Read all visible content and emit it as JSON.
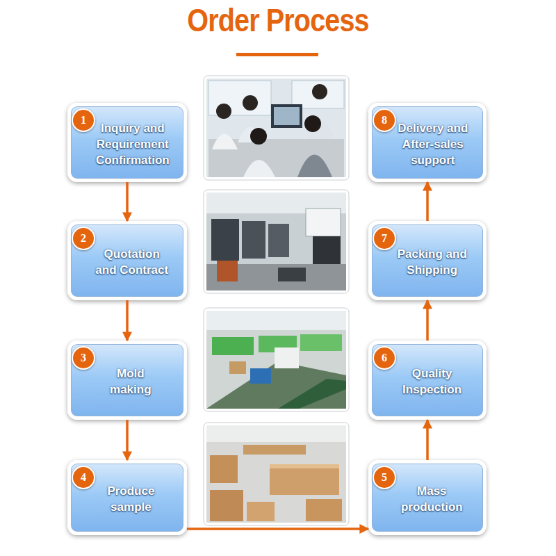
{
  "diagram": {
    "title": "Order Process",
    "nodes": [
      {
        "text": [
          "Inquiry and Requirement Confirmation"
        ]
      },
      {
        "text": [
          "1"
        ],
        "in": 0
      },
      {
        "text": [
          "Quotation and Contract"
        ]
      },
      {
        "text": [
          "2"
        ],
        "in": 2
      },
      {
        "text": [
          "Mold making"
        ]
      },
      {
        "text": [
          "3"
        ],
        "in": 4
      },
      {
        "text": [
          "Produce sample"
        ]
      },
      {
        "text": [
          "4"
        ],
        "in": 6
      },
      {
        "text": [
          "Mass production"
        ]
      },
      {
        "text": [
          "5"
        ],
        "in": 8
      },
      {
        "text": [
          "Quality Inspection"
        ]
      },
      {
        "text": [
          "6"
        ],
        "in": 10
      },
      {
        "text": [
          "Packing and Shipping"
        ]
      },
      {
        "text": [
          "7"
        ],
        "in": 12
      },
      {
        "text": [
          "Delivery and After-sales support"
        ]
      },
      {
        "text": [
          "8"
        ],
        "in": 14
      }
    ],
    "edges": [
      {
        "from": 0,
        "to": 2,
        "arrow": "to"
      },
      {
        "from": 2,
        "to": 4,
        "arrow": "to"
      },
      {
        "from": 4,
        "to": 6,
        "arrow": "to"
      },
      {
        "from": 6,
        "to": 8,
        "arrow": "to"
      },
      {
        "from": 8,
        "to": 10,
        "arrow": "to"
      },
      {
        "from": 10,
        "to": 12,
        "arrow": "to"
      },
      {
        "from": 12,
        "to": 14,
        "arrow": "to"
      }
    ]
  }
}
